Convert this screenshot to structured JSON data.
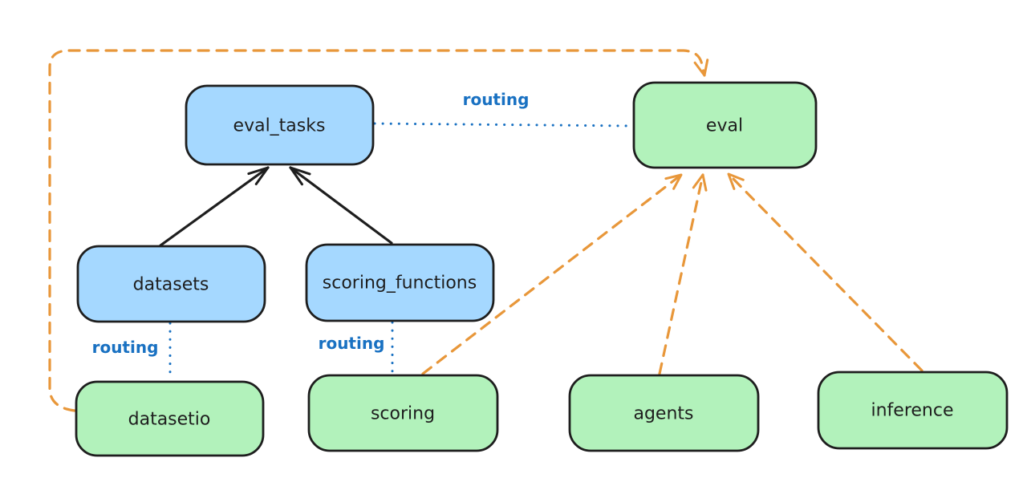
{
  "diagram": {
    "type": "flow-diagram",
    "nodes": {
      "eval_tasks": {
        "label": "eval_tasks",
        "fill": "#a5d8ff"
      },
      "eval": {
        "label": "eval",
        "fill": "#b2f2bb"
      },
      "datasets": {
        "label": "datasets",
        "fill": "#a5d8ff"
      },
      "scoring_functions": {
        "label": "scoring_functions",
        "fill": "#a5d8ff"
      },
      "datasetio": {
        "label": "datasetio",
        "fill": "#b2f2bb"
      },
      "scoring": {
        "label": "scoring",
        "fill": "#b2f2bb"
      },
      "agents": {
        "label": "agents",
        "fill": "#b2f2bb"
      },
      "inference": {
        "label": "inference",
        "fill": "#b2f2bb"
      }
    },
    "colors": {
      "background": "#ffffff",
      "node_stroke": "#1e1e1e",
      "solid_arrow": "#1e1e1e",
      "routing_blue": "#1971c2",
      "orange": "#e8973a"
    },
    "edge_labels": {
      "eval_tasks_to_eval": "routing",
      "datasets_to_datasetio": "routing",
      "scoring_functions_to_scoring": "routing"
    },
    "edges": [
      {
        "from": "datasets",
        "to": "eval_tasks",
        "style": "solid",
        "color": "black",
        "arrow": true
      },
      {
        "from": "scoring_functions",
        "to": "eval_tasks",
        "style": "solid",
        "color": "black",
        "arrow": true
      },
      {
        "from": "eval_tasks",
        "to": "eval",
        "style": "dotted",
        "color": "blue",
        "arrow": false,
        "label": "routing"
      },
      {
        "from": "datasets",
        "to": "datasetio",
        "style": "dotted",
        "color": "blue",
        "arrow": false,
        "label": "routing"
      },
      {
        "from": "scoring_functions",
        "to": "scoring",
        "style": "dotted",
        "color": "blue",
        "arrow": false,
        "label": "routing"
      },
      {
        "from": "datasetio",
        "to": "eval",
        "style": "dashed",
        "color": "orange",
        "arrow": true,
        "route": "around-left-and-top"
      },
      {
        "from": "scoring",
        "to": "eval",
        "style": "dashed",
        "color": "orange",
        "arrow": true
      },
      {
        "from": "agents",
        "to": "eval",
        "style": "dashed",
        "color": "orange",
        "arrow": true
      },
      {
        "from": "inference",
        "to": "eval",
        "style": "dashed",
        "color": "orange",
        "arrow": true
      }
    ]
  }
}
